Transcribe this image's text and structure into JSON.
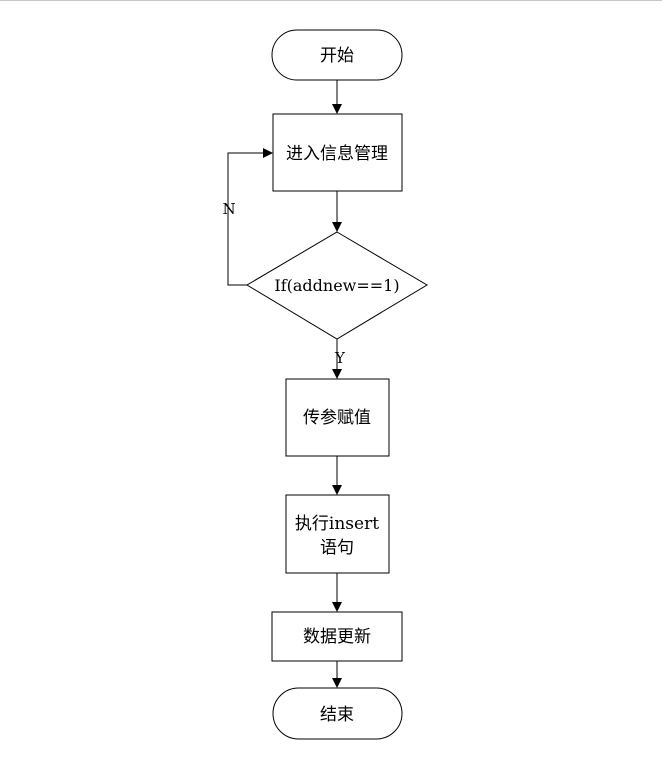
{
  "flowchart": {
    "nodes": {
      "start": {
        "label": "开始"
      },
      "enter_info": {
        "label": "进入信息管理"
      },
      "condition": {
        "label": "If(addnew==1)"
      },
      "pass_params": {
        "label": "传参赋值"
      },
      "exec_insert": {
        "line1": "执行insert",
        "line2": "语句"
      },
      "data_update": {
        "label": "数据更新"
      },
      "end": {
        "label": "结束"
      }
    },
    "edges": {
      "no_label": "N",
      "yes_label": "Y"
    }
  }
}
